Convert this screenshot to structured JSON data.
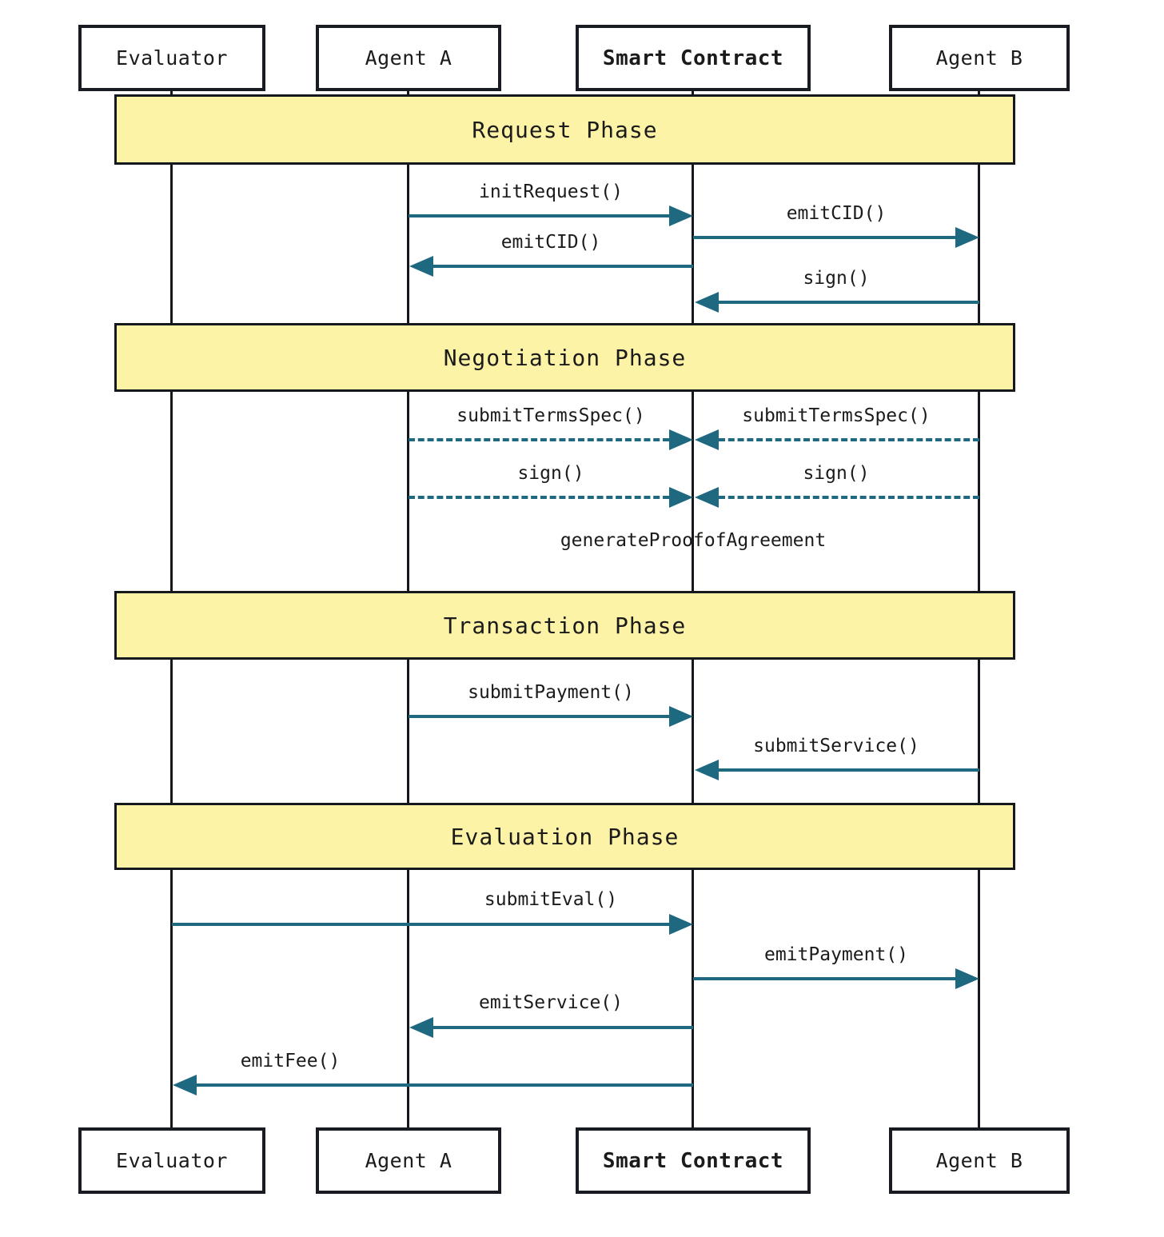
{
  "diagram": {
    "title": "Agent interaction sequence diagram",
    "participants": [
      {
        "label": "Evaluator",
        "emphasis": "normal"
      },
      {
        "label": "Agent A",
        "emphasis": "normal"
      },
      {
        "label": "Smart Contract",
        "emphasis": "bold"
      },
      {
        "label": "Agent B",
        "emphasis": "normal"
      }
    ],
    "phases": [
      {
        "label": "Request Phase"
      },
      {
        "label": "Negotiation Phase"
      },
      {
        "label": "Transaction Phase"
      },
      {
        "label": "Evaluation Phase"
      }
    ],
    "messages": [
      {
        "label": "initRequest()",
        "from": "Agent A",
        "to": "Smart Contract",
        "line": "solid",
        "phase": "Request Phase"
      },
      {
        "label": "emitCID()",
        "from": "Smart Contract",
        "to": "Agent B",
        "line": "solid",
        "phase": "Request Phase"
      },
      {
        "label": "emitCID()",
        "from": "Smart Contract",
        "to": "Agent A",
        "line": "solid",
        "phase": "Request Phase"
      },
      {
        "label": "sign()",
        "from": "Agent B",
        "to": "Smart Contract",
        "line": "solid",
        "phase": "Request Phase"
      },
      {
        "label": "submitTermsSpec()",
        "from": "Agent A",
        "to": "Smart Contract",
        "line": "dashed",
        "phase": "Negotiation Phase"
      },
      {
        "label": "submitTermsSpec()",
        "from": "Agent B",
        "to": "Smart Contract",
        "line": "dashed",
        "phase": "Negotiation Phase"
      },
      {
        "label": "sign()",
        "from": "Agent A",
        "to": "Smart Contract",
        "line": "dashed",
        "phase": "Negotiation Phase"
      },
      {
        "label": "sign()",
        "from": "Agent B",
        "to": "Smart Contract",
        "line": "dashed",
        "phase": "Negotiation Phase"
      },
      {
        "label": "submitPayment()",
        "from": "Agent A",
        "to": "Smart Contract",
        "line": "solid",
        "phase": "Transaction Phase"
      },
      {
        "label": "submitService()",
        "from": "Agent B",
        "to": "Smart Contract",
        "line": "solid",
        "phase": "Transaction Phase"
      },
      {
        "label": "submitEval()",
        "from": "Evaluator",
        "to": "Smart Contract",
        "line": "solid",
        "phase": "Evaluation Phase"
      },
      {
        "label": "emitPayment()",
        "from": "Smart Contract",
        "to": "Agent B",
        "line": "solid",
        "phase": "Evaluation Phase"
      },
      {
        "label": "emitService()",
        "from": "Smart Contract",
        "to": "Agent A",
        "line": "solid",
        "phase": "Evaluation Phase"
      },
      {
        "label": "emitFee()",
        "from": "Smart Contract",
        "to": "Evaluator",
        "line": "solid",
        "phase": "Evaluation Phase"
      }
    ],
    "self_action": {
      "label": "generateProofofAgreement",
      "on": "Smart Contract",
      "phase": "Negotiation Phase"
    },
    "colors": {
      "arrow": "#1e6880",
      "phase_fill": "#fdf3a7",
      "phase_border": "#15181d",
      "box_border": "#181b22",
      "box_fill": "#ffffff",
      "lifeline": "#14171c",
      "text": "#1b1b1b",
      "background": "#ffffff"
    }
  }
}
